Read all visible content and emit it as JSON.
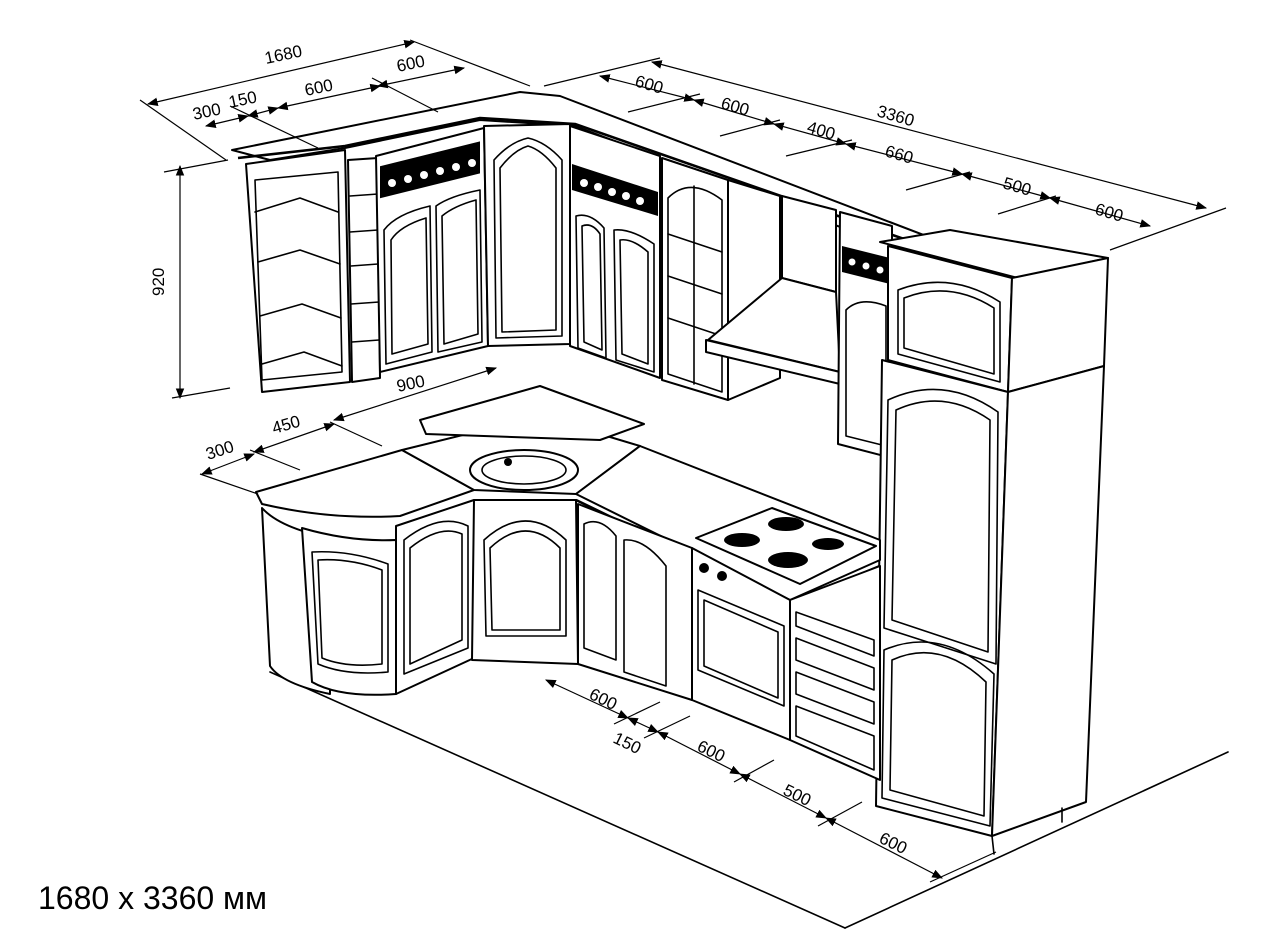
{
  "caption": "1680 x 3360 мм",
  "dimensions": {
    "top_left_total": "1680",
    "top_left_300": "300",
    "top_left_150": "150",
    "top_left_600a": "600",
    "top_left_600b": "600",
    "height_920": "920",
    "top_right_total": "3360",
    "top_right_600a": "600",
    "top_right_600b": "600",
    "top_right_400": "400",
    "top_right_660": "660",
    "top_right_500": "500",
    "top_right_600c": "600",
    "counter_900": "900",
    "counter_450": "450",
    "counter_300": "300",
    "bottom_600a": "600",
    "bottom_150": "150",
    "bottom_600b": "600",
    "bottom_500": "500",
    "bottom_600c": "600"
  }
}
